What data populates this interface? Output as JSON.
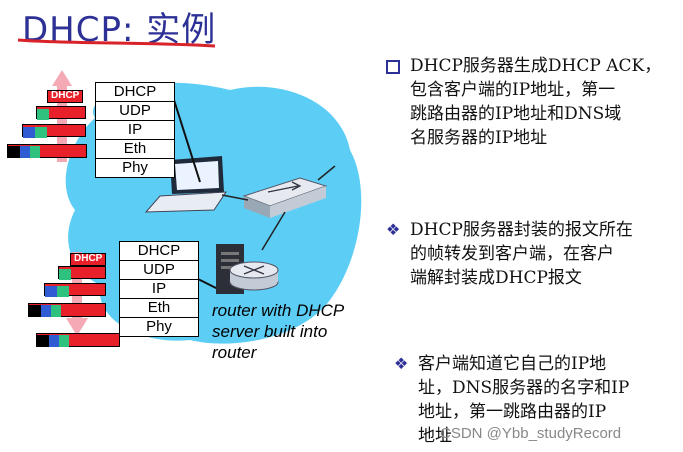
{
  "title": "DHCP: 实例",
  "upper_stack": [
    "DHCP",
    "UDP",
    "IP",
    "Eth",
    "Phy"
  ],
  "lower_stack": [
    "DHCP",
    "UDP",
    "IP",
    "Eth",
    "Phy"
  ],
  "packet_label": "DHCP",
  "router_caption": [
    "router with DHCP",
    "server built into",
    "router"
  ],
  "bullets": [
    {
      "marker": "square",
      "lines": [
        "DHCP服务器生成DHCP ACK，",
        "包含客户端的IP地址，第一",
        "跳路由器的IP地址和DNS域",
        "名服务器的IP地址"
      ]
    },
    {
      "marker": "diamond",
      "lines": [
        "DHCP服务器封装的报文所在",
        "的帧转发到客户端，在客户",
        "端解封装成DHCP报文"
      ]
    },
    {
      "marker": "diamond",
      "lines": [
        "客户端知道它自己的IP地",
        "址，DNS服务器的名字和IP",
        "地址，第一跳路由器的IP",
        "地址"
      ]
    }
  ],
  "watermark": "CSDN @Ybb_studyRecord",
  "colors": {
    "title": "#2d3196",
    "cloud": "#5ccdf5",
    "packet_red": "#e8202a",
    "arrow_pink": "#f4a9b4"
  }
}
